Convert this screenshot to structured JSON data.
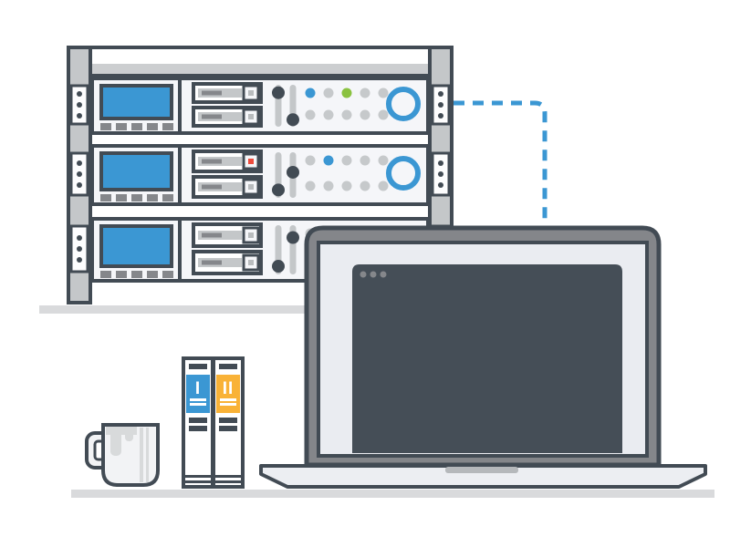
{
  "illustration": {
    "description": "Flat illustration: three-unit server rack linked by a dashed cable to a laptop on a desk with two binders and a coffee mug"
  },
  "colors": {
    "outline": "#424b54",
    "white": "#ffffff",
    "panel": "#f5f6f9",
    "gray_light": "#c4c7c9",
    "gray_strip": "#ccced0",
    "button_gray": "#85878b",
    "blue": "#3b97d3",
    "green": "#8ac240",
    "red": "#ed4b3c",
    "orange": "#f9b237",
    "lid_gray": "#84868a",
    "screen_bg": "#eaecf1",
    "window_dark": "#454e57",
    "base_fill": "#eceef2",
    "notch_gray": "#b5b8bb",
    "desk_line": "#d9dadc",
    "mug_fill": "#f2f3f5",
    "mug_shade": "#d8dadb",
    "led_off": "#c6c9cb",
    "indicator_idle": "#b9bcbe"
  },
  "rack": {
    "post_dots_per_section": 3,
    "units": [
      {
        "name": "server-unit-1",
        "led_rows": [
          [
            "blue",
            "off",
            "green",
            "off",
            "off"
          ],
          [
            "off",
            "off",
            "off",
            "off",
            "off"
          ]
        ],
        "bay_indicators": [
          "idle",
          "idle"
        ],
        "slider_positions": [
          0.08,
          0.95
        ],
        "power_ring": "blue"
      },
      {
        "name": "server-unit-2",
        "led_rows": [
          [
            "off",
            "blue",
            "off",
            "off",
            "off"
          ],
          [
            "off",
            "off",
            "off",
            "off",
            "off"
          ]
        ],
        "bay_indicators": [
          "red",
          "idle"
        ],
        "slider_positions": [
          0.93,
          0.42
        ],
        "power_ring": "blue"
      },
      {
        "name": "server-unit-3",
        "led_rows": [
          [
            "off",
            "off",
            "off",
            "off",
            "off"
          ],
          [
            "off",
            "off",
            "off",
            "off",
            "off"
          ]
        ],
        "bay_indicators": [
          "idle",
          "idle"
        ],
        "slider_positions": [
          0.93,
          0.18
        ],
        "power_ring": "blue"
      }
    ]
  },
  "connection": {
    "style": "dashed",
    "color": "blue"
  },
  "laptop": {
    "window_dot_count": 3
  },
  "binders": [
    {
      "label": "I",
      "color": "blue"
    },
    {
      "label": "II",
      "color": "orange"
    }
  ]
}
